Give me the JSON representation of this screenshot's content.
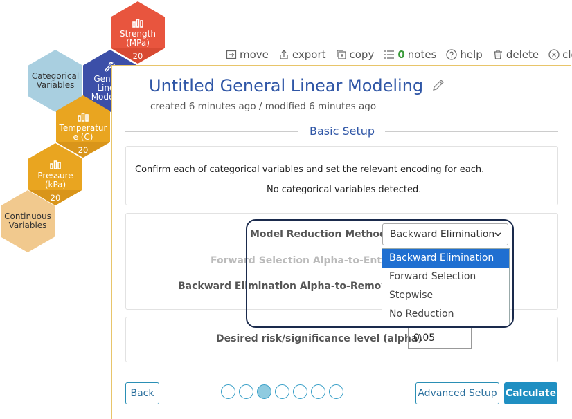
{
  "hexagons": [
    {
      "id": "strength",
      "label": "Strength (MPa)",
      "count": "20",
      "color": "#e8553e",
      "count_color": "#d84a33",
      "text_color": "#ffffff",
      "icon": "bar-chart-icon"
    },
    {
      "id": "categorical",
      "label": "Categorical Variables",
      "color": "#a9cfe0",
      "text_color": "#333333"
    },
    {
      "id": "glm",
      "label": "General Linear Modeling",
      "color": "#3c4fa8",
      "text_color": "#ffffff",
      "icon": "wrench-icon"
    },
    {
      "id": "temperature",
      "label": "Temperatur e (C)",
      "count": "20",
      "color": "#e9a520",
      "count_color": "#d9951a",
      "text_color": "#ffffff",
      "icon": "bar-chart-icon"
    },
    {
      "id": "pressure",
      "label": "Pressure (kPa)",
      "count": "20",
      "color": "#e9a520",
      "count_color": "#d9951a",
      "text_color": "#ffffff",
      "icon": "bar-chart-icon"
    },
    {
      "id": "continuous",
      "label": "Continuous Variables",
      "color": "#f1c98e",
      "text_color": "#333333"
    }
  ],
  "toolbar": {
    "move": "move",
    "export": "export",
    "copy": "copy",
    "notes_count": "0",
    "notes": "notes",
    "help": "help",
    "delete": "delete",
    "close": "close"
  },
  "header": {
    "title": "Untitled General Linear Modeling",
    "subtitle": "created 6 minutes ago / modified 6 minutes ago"
  },
  "section_title": "Basic Setup",
  "categorical_box": {
    "instruction": "Confirm each of categorical variables and set the relevant encoding for each.",
    "status": "No categorical variables detected."
  },
  "model_box": {
    "method_label": "Model Reduction Method",
    "method_value": "Backward Elimination",
    "forward_label": "Forward Selection Alpha-to-Enter",
    "backward_label": "Backward Elimination Alpha-to-Remove",
    "options": [
      "Backward Elimination",
      "Forward Selection",
      "Stepwise",
      "No Reduction"
    ],
    "selected_index": 0
  },
  "risk_box": {
    "label": "Desired risk/significance level (alpha)",
    "value": "0.05"
  },
  "footer": {
    "back": "Back",
    "advanced": "Advanced Setup",
    "calculate": "Calculate",
    "step_count": 7,
    "active_step": 3
  },
  "colors": {
    "accent": "#2f56a6",
    "button_primary": "#1f8fc2",
    "dropdown_highlight": "#1f6fd1",
    "panel_border": "#e8c56a"
  }
}
